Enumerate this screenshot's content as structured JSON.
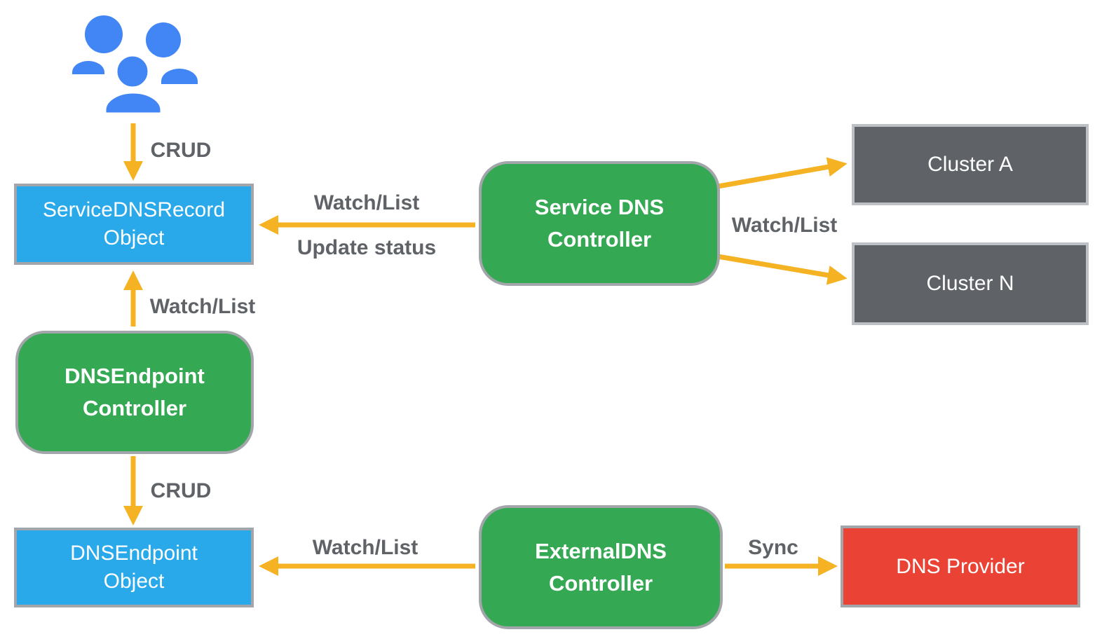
{
  "colors": {
    "object_box": "#29A9EA",
    "controller_box": "#34A853",
    "cluster_box": "#5F6368",
    "provider_box": "#EA4335",
    "box_border": "#A2A6AA",
    "cluster_border": "#BDC1C6",
    "arrow": "#F5B223",
    "label_text": "#5F6368",
    "users_icon": "#4285F4",
    "box_text": "#FFFFFF"
  },
  "icons": {
    "users": "users-icon"
  },
  "nodes": {
    "service_record": {
      "line1": "ServiceDNSRecord",
      "line2": "Object"
    },
    "service_controller": {
      "line1": "Service DNS",
      "line2": "Controller"
    },
    "dnsendpoint_controller": {
      "line1": "DNSEndpoint",
      "line2": "Controller"
    },
    "dnsendpoint_object": {
      "line1": "DNSEndpoint",
      "line2": "Object"
    },
    "externaldns_controller": {
      "line1": "ExternalDNS",
      "line2": "Controller"
    },
    "cluster_a": {
      "label": "Cluster A"
    },
    "cluster_n": {
      "label": "Cluster N"
    },
    "dns_provider": {
      "label": "DNS Provider"
    }
  },
  "edge_labels": {
    "users_crud": "CRUD",
    "watch_list_service_record": "Watch/List",
    "update_status": "Update status",
    "watch_list_clusters": "Watch/List",
    "watch_list_dnsendpoint": "Watch/List",
    "dnsendpoint_crud": "CRUD",
    "watch_list_object": "Watch/List",
    "sync": "Sync"
  }
}
